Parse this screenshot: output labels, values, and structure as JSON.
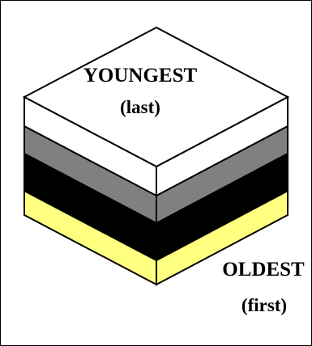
{
  "labels": {
    "youngest_title": "YOUNGEST",
    "youngest_sub": "(last)",
    "oldest_title": "OLDEST",
    "oldest_sub": "(first)"
  },
  "layers": [
    {
      "name": "white",
      "color": "#ffffff"
    },
    {
      "name": "gray",
      "color": "#808080"
    },
    {
      "name": "black",
      "color": "#000000"
    },
    {
      "name": "yellow",
      "color": "#ffff80"
    }
  ],
  "colors": {
    "outline": "#000000",
    "background": "#ffffff"
  }
}
